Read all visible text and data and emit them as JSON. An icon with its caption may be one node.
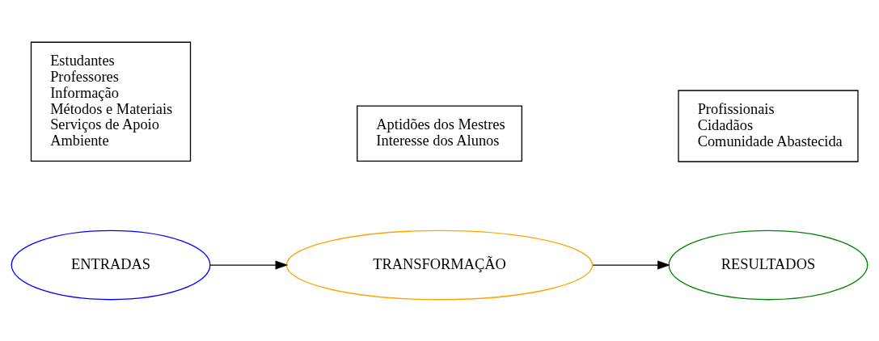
{
  "diagram": {
    "nodes": [
      {
        "text": [
          "ENTRADAS"
        ]
      },
      {
        "text": [
          "TRANSFORMAÇÃO"
        ]
      },
      {
        "text": [
          "RESULTADOS"
        ]
      },
      {
        "text": [
          "Estudantes",
          "Professores",
          "Informação",
          "Métodos e Materiais",
          "Serviços de Apoio",
          "Ambiente"
        ]
      },
      {
        "text": [
          "Aptidões dos Mestres",
          "Interesse dos Alunos"
        ]
      },
      {
        "text": [
          "Profissionais",
          "Cidadãos",
          "Comunidade Abastecida"
        ]
      }
    ],
    "edges": [
      {
        "from": 0,
        "to": 1,
        "arrow": "to"
      },
      {
        "from": 1,
        "to": 2,
        "arrow": "to"
      }
    ]
  }
}
